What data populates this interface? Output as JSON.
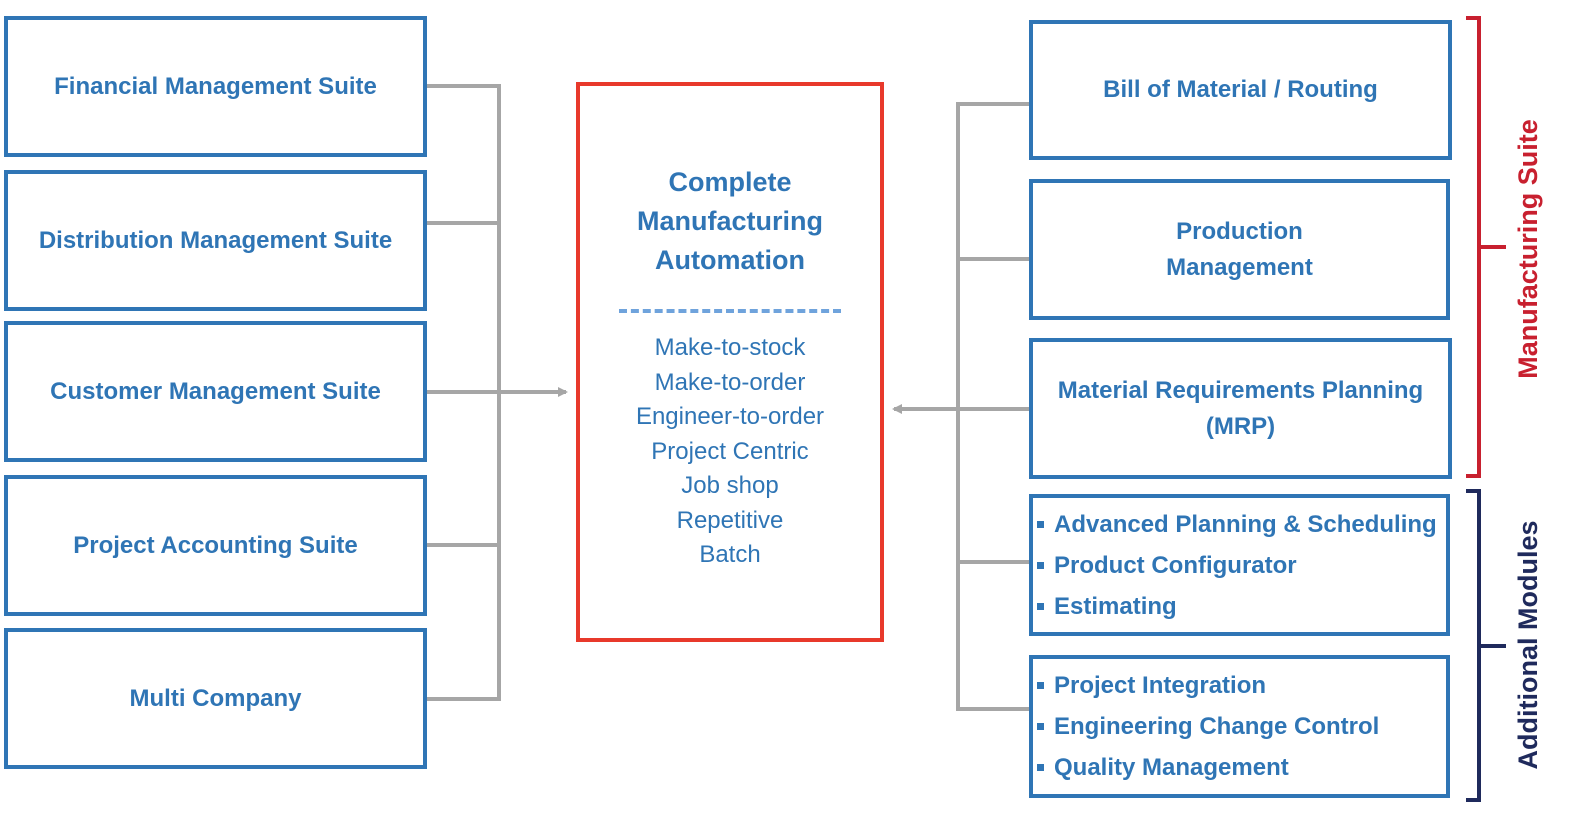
{
  "left_suites": [
    {
      "label": "Financial Management Suite"
    },
    {
      "label": "Distribution Management Suite"
    },
    {
      "label": "Customer Management Suite"
    },
    {
      "label": "Project Accounting Suite"
    },
    {
      "label": "Multi Company"
    }
  ],
  "center": {
    "title_lines": [
      "Complete",
      "Manufacturing",
      "Automation"
    ],
    "items": [
      "Make-to-stock",
      "Make-to-order",
      "Engineer-to-order",
      "Project Centric",
      "Job shop",
      "Repetitive",
      "Batch"
    ]
  },
  "manufacturing_modules": [
    {
      "lines": [
        "Bill of Material / Routing"
      ]
    },
    {
      "lines": [
        "Production",
        "Management"
      ]
    },
    {
      "lines": [
        "Material Requirements Planning",
        "(MRP)"
      ]
    }
  ],
  "additional_modules": [
    {
      "items": [
        "Advanced Planning & Scheduling",
        "Product Configurator",
        "Estimating"
      ]
    },
    {
      "items": [
        "Project Integration",
        "Engineering Change Control",
        "Quality Management"
      ]
    }
  ],
  "brackets": {
    "manufacturing_label": "Manufacturing Suite",
    "additional_label": "Additional Modules"
  },
  "colors": {
    "box_border": "#2f75b5",
    "text": "#2f75b5",
    "center_border": "#e8392b",
    "connector": "#a6a6a6",
    "manufacturing_bracket": "#c8202f",
    "additional_bracket": "#1f2a5c"
  }
}
